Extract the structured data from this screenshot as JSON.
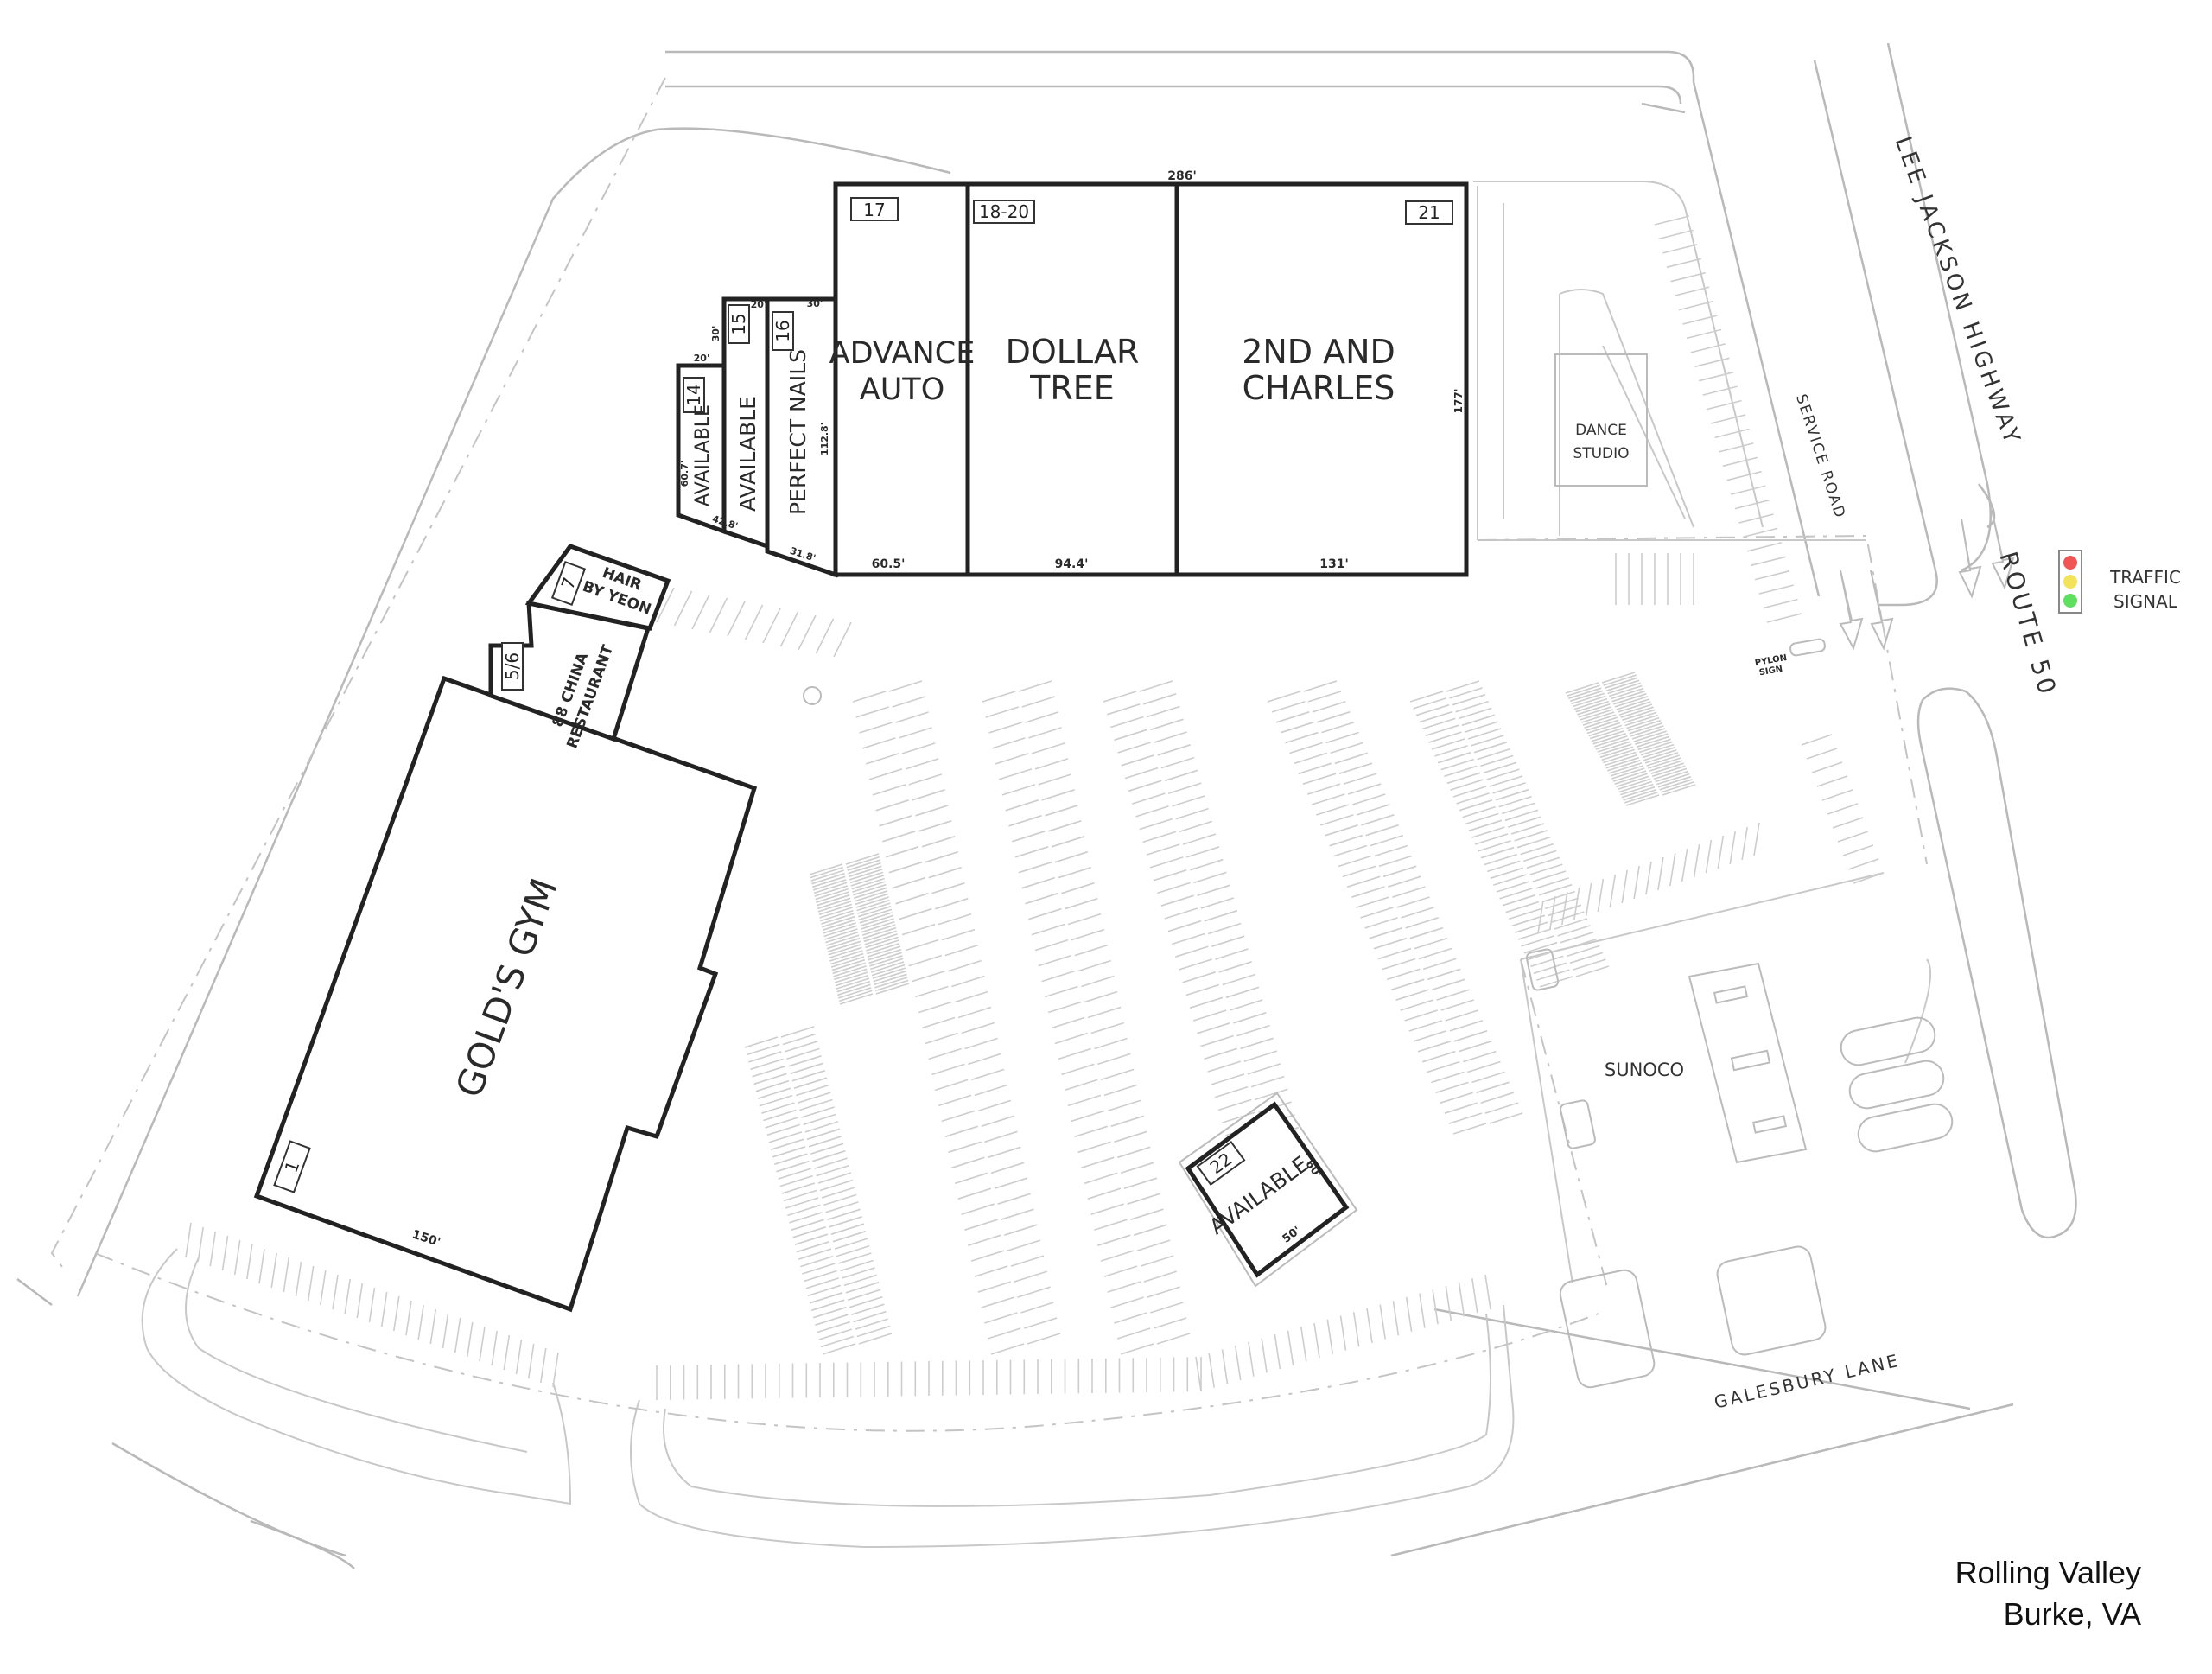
{
  "map": {
    "caption": {
      "name": "Rolling Valley",
      "location": "Burke, VA"
    },
    "roads": {
      "highway": "LEE JACKSON HIGHWAY",
      "route": "ROUTE 50",
      "service_road": "SERVICE ROAD",
      "lane": "GALESBURY LANE"
    },
    "signal": {
      "line1": "TRAFFIC",
      "line2": "SIGNAL",
      "colors": [
        "#f05555",
        "#f2e35a",
        "#5ee05e"
      ]
    },
    "landmarks": {
      "dance_line1": "DANCE",
      "dance_line2": "STUDIO",
      "sunoco": "SUNOCO",
      "pylon_line1": "PYLON",
      "pylon_line2": "SIGN"
    },
    "tenants": {
      "t1": {
        "unit": "1",
        "name": "GOLD'S GYM"
      },
      "t56": {
        "unit": "5/6",
        "line1": "88 CHINA",
        "line2": "RESTAURANT"
      },
      "t7": {
        "unit": "7",
        "line1": "HAIR",
        "line2": "BY YEON"
      },
      "t14": {
        "unit": "14",
        "name": "AVAILABLE"
      },
      "t15": {
        "unit": "15",
        "name": "AVAILABLE"
      },
      "t16": {
        "unit": "16",
        "name": "PERFECT NAILS"
      },
      "t17": {
        "unit": "17",
        "line1": "ADVANCE",
        "line2": "AUTO"
      },
      "t1820": {
        "unit": "18-20",
        "line1": "DOLLAR",
        "line2": "TREE"
      },
      "t21": {
        "unit": "21",
        "line1": "2ND AND",
        "line2": "CHARLES"
      },
      "t22": {
        "unit": "22",
        "name": "AVAILABLE"
      }
    },
    "dimensions": {
      "d286": "286'",
      "d177": "177'",
      "d131": "131'",
      "d94": "94.4'",
      "d60_5": "60.5'",
      "d112_8": "112.8'",
      "d31_8": "31.8'",
      "d30a": "30'",
      "d30b": "30'",
      "d20a": "20'",
      "d20b": "20'",
      "d60_7": "60.7'",
      "d42_8": "42.8'",
      "d150": "150'",
      "d50": "50'",
      "d60": "60'"
    }
  }
}
